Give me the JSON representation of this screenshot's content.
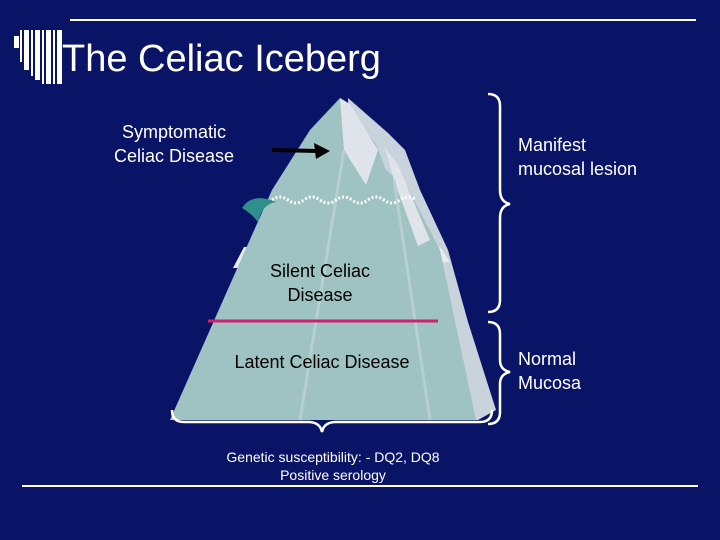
{
  "slide": {
    "title": "The Celiac Iceberg",
    "labels": {
      "symptomatic_line1": "Symptomatic",
      "symptomatic_line2": "Celiac Disease",
      "manifest_line1": "Manifest",
      "manifest_line2": "mucosal lesion",
      "silent_line1": "Silent Celiac",
      "silent_line2": "Disease",
      "latent": "Latent Celiac Disease",
      "normal_line1": "Normal",
      "normal_line2": "Mucosa",
      "genetic_line1": "Genetic susceptibility: -  DQ2, DQ8",
      "genetic_line2": "Positive serology"
    },
    "colors": {
      "background": "#0a1466",
      "iceberg": "#9ec3c2",
      "iceberg_shadow": "#c9d3dc",
      "peak_snow": "#e2e6ec",
      "divider": "#d02070",
      "bracket": "#ffffff",
      "fish": "#2f8f8a"
    }
  }
}
